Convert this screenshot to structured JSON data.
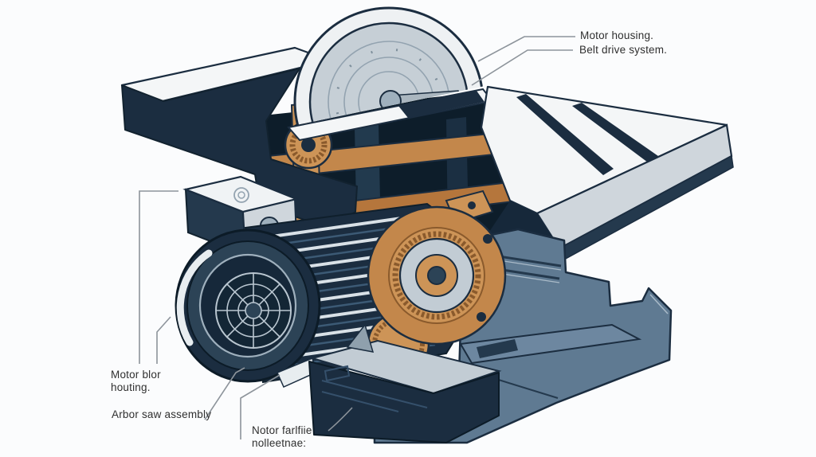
{
  "figure": {
    "type": "technical-cutaway-illustration",
    "subject": "table saw with exposed motor and belt drive"
  },
  "labels": {
    "motor_housing": "Motor housing.",
    "belt_drive": "Belt drive system.",
    "motor_blor": "Motor blor\nhouting.",
    "arbor_saw": "Arbor saw assembly",
    "notor_farlfiie": "Notor farlfiie\nnolleetnae:"
  },
  "parts_depicted": [
    "saw-blade",
    "table-top",
    "miter-slots",
    "electric-motor",
    "motor-fan-grille",
    "junction-box",
    "belt-drive-mechanism",
    "arbor-pulley-assembly",
    "machine-base",
    "motor-mount"
  ],
  "colors": {
    "background": "#fbfcfd",
    "dark_navy": "#1b2d40",
    "steel_blue": "#5f7a92",
    "orange_mechanism": "#c3874b",
    "orange_light": "#cd9457",
    "blade_gray": "#c6cfd6",
    "table_white": "#f4f6f7",
    "label_text": "#2f2f2f",
    "leader_line": "#8d949b"
  }
}
